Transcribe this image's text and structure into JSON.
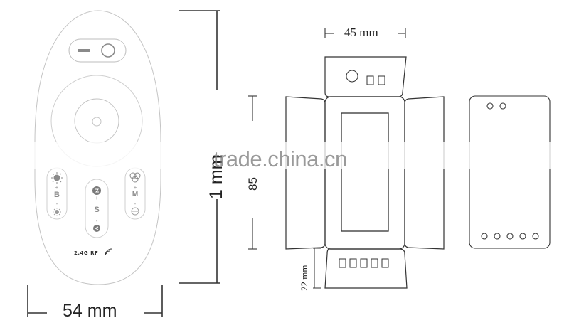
{
  "remote": {
    "width_label": "54 mm",
    "height_label": "1   mm",
    "buttons": {
      "brightness": {
        "letter": "B",
        "plus": "+",
        "minus": "-",
        "top_icon": "sun-large-icon",
        "bottom_icon": "sun-small-icon"
      },
      "speed": {
        "letter": "S",
        "plus": "+",
        "minus": "-",
        "top_icon": "speed-up-icon",
        "bottom_icon": "speed-down-icon"
      },
      "mode": {
        "letter": "M",
        "plus": "+",
        "minus": "-",
        "top_icon": "rgb-circles-icon",
        "bottom_icon": "mode-down-icon"
      }
    },
    "rf_label": "2.4G RF",
    "power_switch": {
      "icons": [
        "off-bar-icon",
        "on-circle-icon"
      ]
    }
  },
  "controller": {
    "width_label": "45 mm",
    "height_label": "85",
    "cap_label": "22 mm",
    "top_cap": {
      "round_ports": 1,
      "square_ports": 2
    },
    "bottom_cap": {
      "square_ports": 5
    }
  },
  "receiver_back": {
    "top_holes": 2,
    "bottom_holes": 5
  },
  "watermark": "trade.china.cn",
  "colors": {
    "line": "#333333",
    "light_line": "#b8b8b8",
    "button_gray": "#8a8a8a"
  }
}
